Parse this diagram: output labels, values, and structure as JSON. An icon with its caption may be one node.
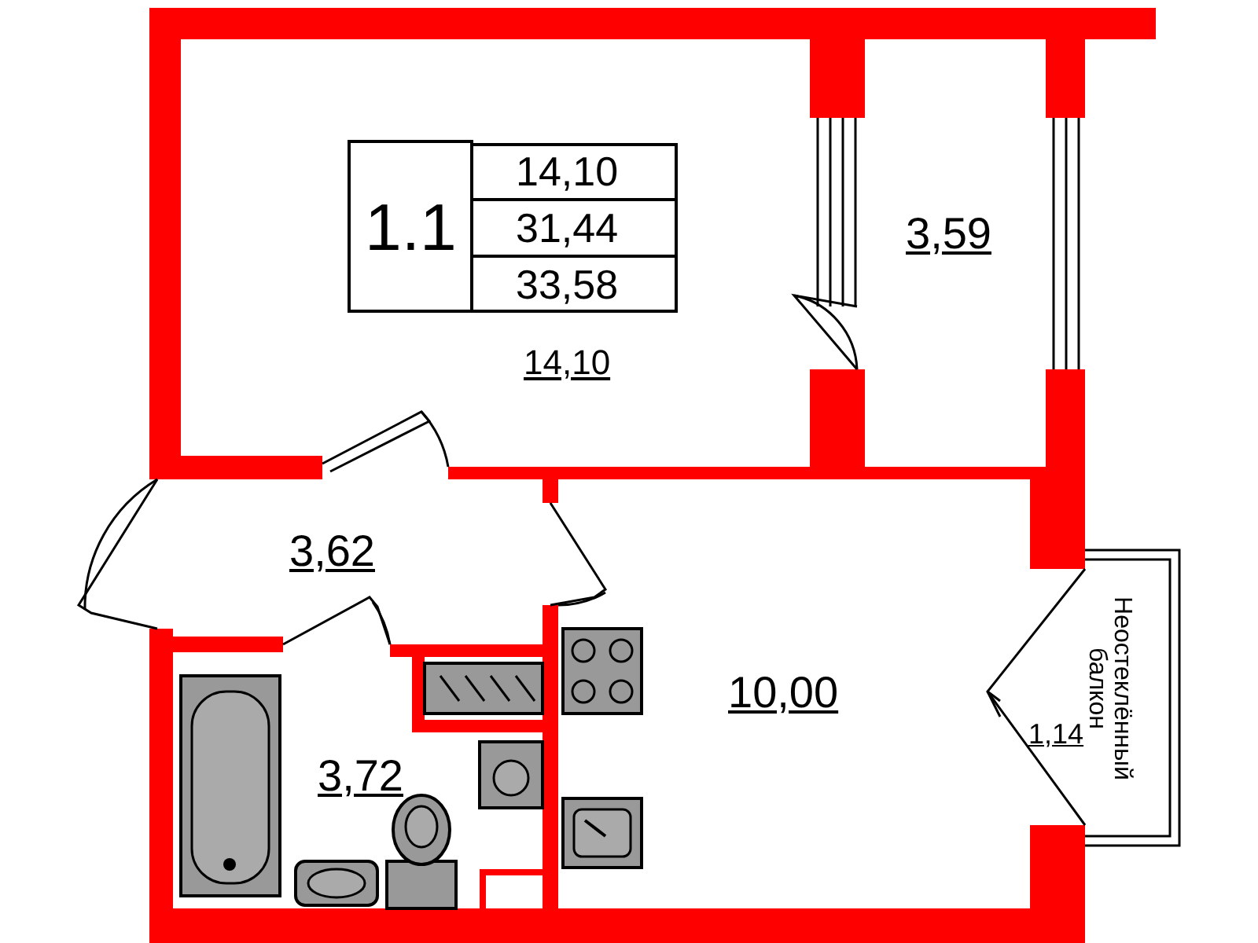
{
  "diagram": {
    "labels": [
      "1.1",
      "14,10",
      "31,44",
      "33,58",
      "14,10",
      "3,59",
      "3,62",
      "10,00",
      "Неостеклённый балкон",
      "1,14",
      "3,72"
    ]
  }
}
